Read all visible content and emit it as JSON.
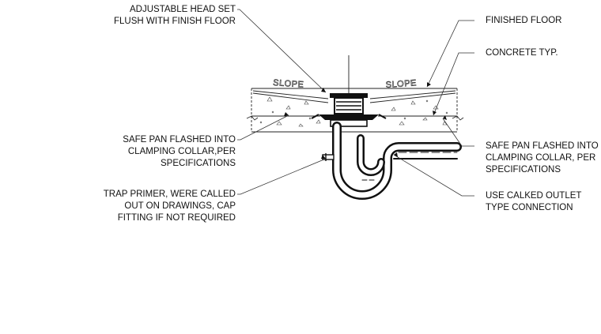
{
  "labels": {
    "head_set": [
      "ADJUSTABLE HEAD SET",
      "FLUSH WITH FINISH FLOOR"
    ],
    "finished_floor": [
      "FINISHED FLOOR"
    ],
    "concrete": [
      "CONCRETE TYP."
    ],
    "safe_pan_left": [
      "SAFE PAN FLASHED INTO",
      "CLAMPING COLLAR,PER",
      "SPECIFICATIONS"
    ],
    "safe_pan_right": [
      "SAFE PAN FLASHED INTO",
      "CLAMPING COLLAR, PER",
      "SPECIFICATIONS"
    ],
    "trap_primer": [
      "TRAP PRIMER, WERE CALLED",
      "OUT ON DRAWINGS, CAP",
      "FITTING IF NOT REQUIRED"
    ],
    "outlet": [
      "USE CALKED OUTLET",
      "TYPE CONNECTION"
    ]
  },
  "slope_left": "SLOPE",
  "slope_right": "SLOPE"
}
